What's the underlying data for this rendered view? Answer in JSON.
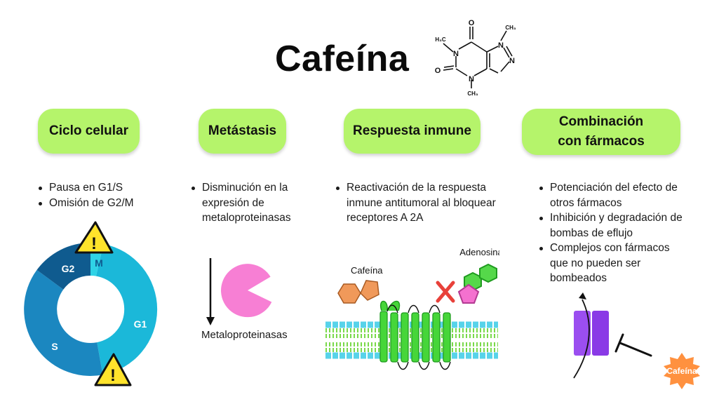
{
  "title": "Cafeína",
  "molecule": {
    "labels": [
      "O",
      "O",
      "N",
      "N",
      "N",
      "N",
      "H₃C",
      "CH₃",
      "CH₃"
    ]
  },
  "sections": [
    {
      "heading": "Ciclo celular",
      "bullets": [
        "Pausa en G1/S",
        "Omisión de G2/M"
      ]
    },
    {
      "heading": "Metástasis",
      "bullets": [
        "Disminución en la expresión de metaloproteinasas"
      ]
    },
    {
      "heading": "Respuesta inmune",
      "bullets": [
        "Reactivación de la respuesta inmune antitumoral al bloquear receptores A 2A"
      ]
    },
    {
      "heading": "Combinación con fármacos",
      "bullets": [
        "Potenciación del efecto de otros fármacos",
        "Inhibición y degradación de bombas de eflujo",
        "Complejos con fármacos que no pueden ser bombeados"
      ]
    }
  ],
  "cell_cycle": {
    "phases": [
      "G1",
      "S",
      "G2",
      "M"
    ],
    "warning_symbol": "!",
    "colors": {
      "g1": "#1bb8d9",
      "s": "#1b87c0",
      "g2": "#0f5b8f",
      "m": "#2fd3e6",
      "warning": "#ffe32b"
    }
  },
  "metastasis": {
    "label": "Metaloproteinasas",
    "pacman_color": "#f77fd4"
  },
  "immune": {
    "caffeine_label": "Cafeína",
    "adenosine_label": "Adenosina",
    "colors": {
      "caffeine": "#f0995a",
      "adenosine": "#55d84a",
      "pentagon": "#f471cf",
      "receptor": "#46d639",
      "block": "#e8413a"
    }
  },
  "combination": {
    "caffeine_badge": "Cafeína",
    "colors": {
      "pump": "#9b4ef0",
      "badge": "#ff913f"
    }
  }
}
